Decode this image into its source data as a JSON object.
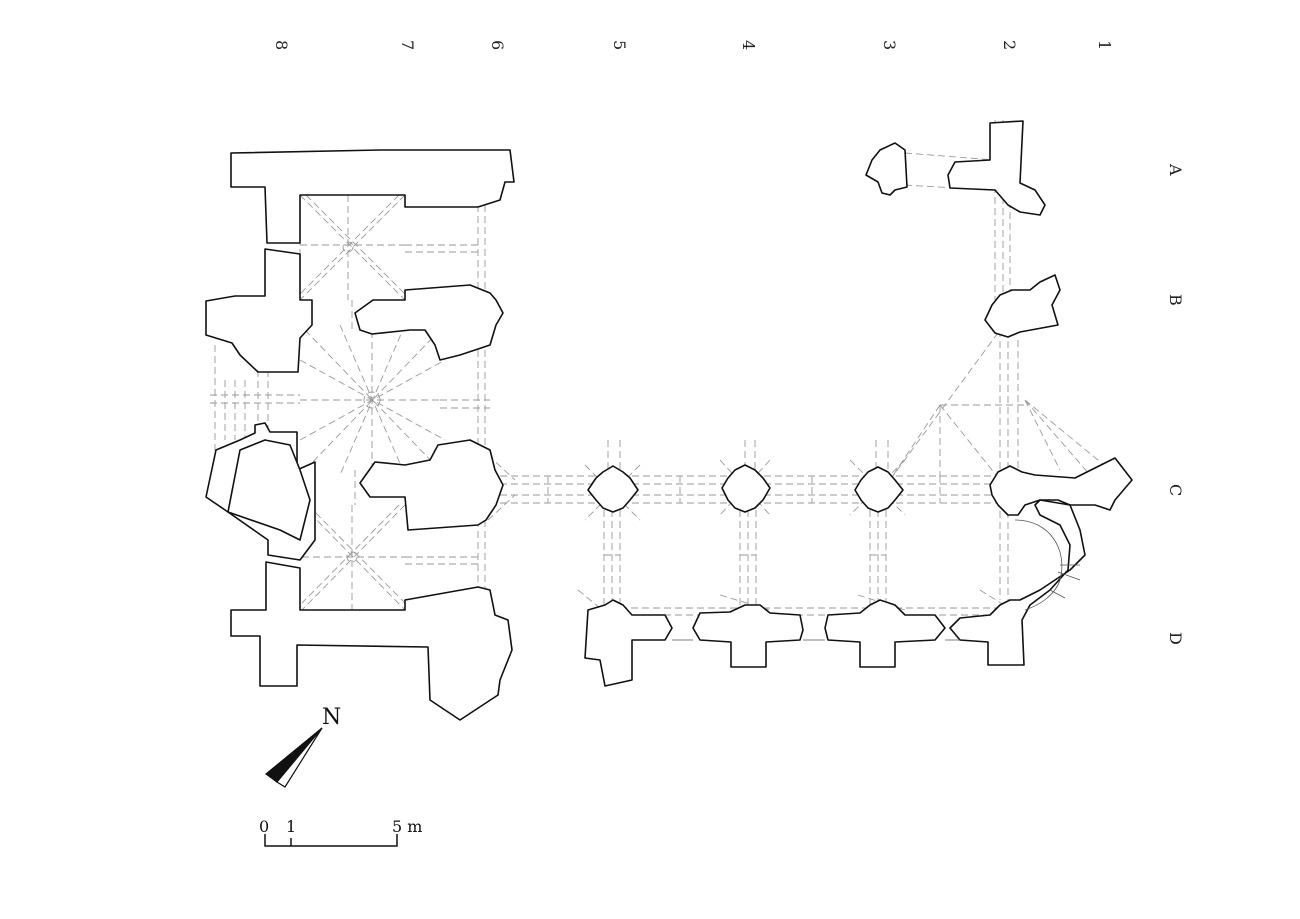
{
  "grid": {
    "columns": [
      "8",
      "7",
      "6",
      "5",
      "4",
      "3",
      "2",
      "1"
    ],
    "rows": [
      "A",
      "B",
      "C",
      "D"
    ]
  },
  "north": {
    "label": "N"
  },
  "scale_bar": {
    "ticks": [
      "0",
      "1",
      "5 m"
    ],
    "tick_values_m": [
      0,
      1,
      5
    ]
  },
  "colors": {
    "wall": "#111111",
    "vault_ribs": "#9a9a9a",
    "background": "#ffffff"
  }
}
